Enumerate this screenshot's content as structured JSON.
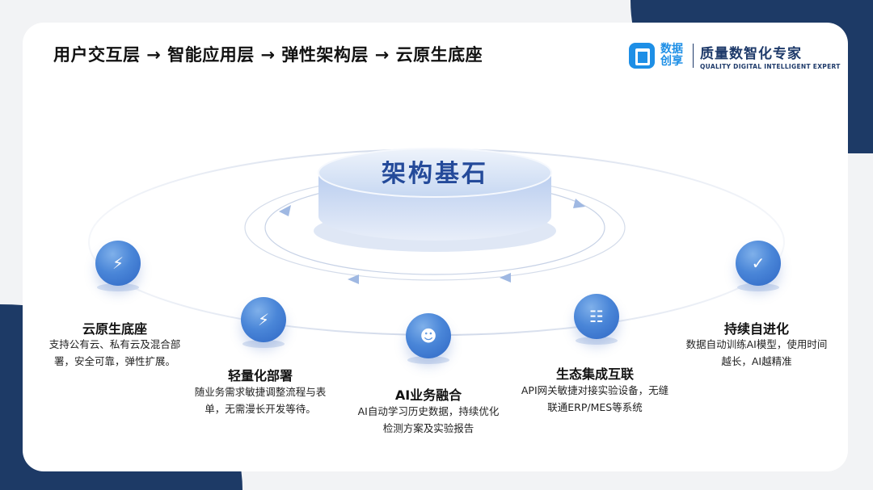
{
  "header": {
    "title": "用户交互层 → 智能应用层 → 弹性架构层 → 云原生底座"
  },
  "brand": {
    "name": "数据创享",
    "slogan": "质量数智化专家",
    "subtitle": "QUALITY DIGITAL INTELLIGENT EXPERT",
    "color": "#1e8fe6"
  },
  "core": {
    "label": "架构基石"
  },
  "nodes": [
    {
      "title": "云原生底座",
      "desc": "支持公有云、私有云及混合部署，安全可靠，弹性扩展。",
      "icon": "lightbulb-icon"
    },
    {
      "title": "轻量化部署",
      "desc": "随业务需求敏捷调整流程与表单，无需漫长开发等待。",
      "icon": "lightbulb-icon"
    },
    {
      "title": "AI业务融合",
      "desc": "AI自动学习历史数据，持续优化检测方案及实验报告",
      "icon": "users-icon"
    },
    {
      "title": "生态集成互联",
      "desc": "API网关敏捷对接实验设备，无缝联通ERP/MES等系统",
      "icon": "clipboard-icon"
    },
    {
      "title": "持续自进化",
      "desc": "数据自动训练AI模型，使用时间越长，AI越精准",
      "icon": "checklist-icon"
    }
  ],
  "colors": {
    "accent": "#2e66c4",
    "dark": "#1d3a66",
    "core_text": "#244a9a"
  }
}
